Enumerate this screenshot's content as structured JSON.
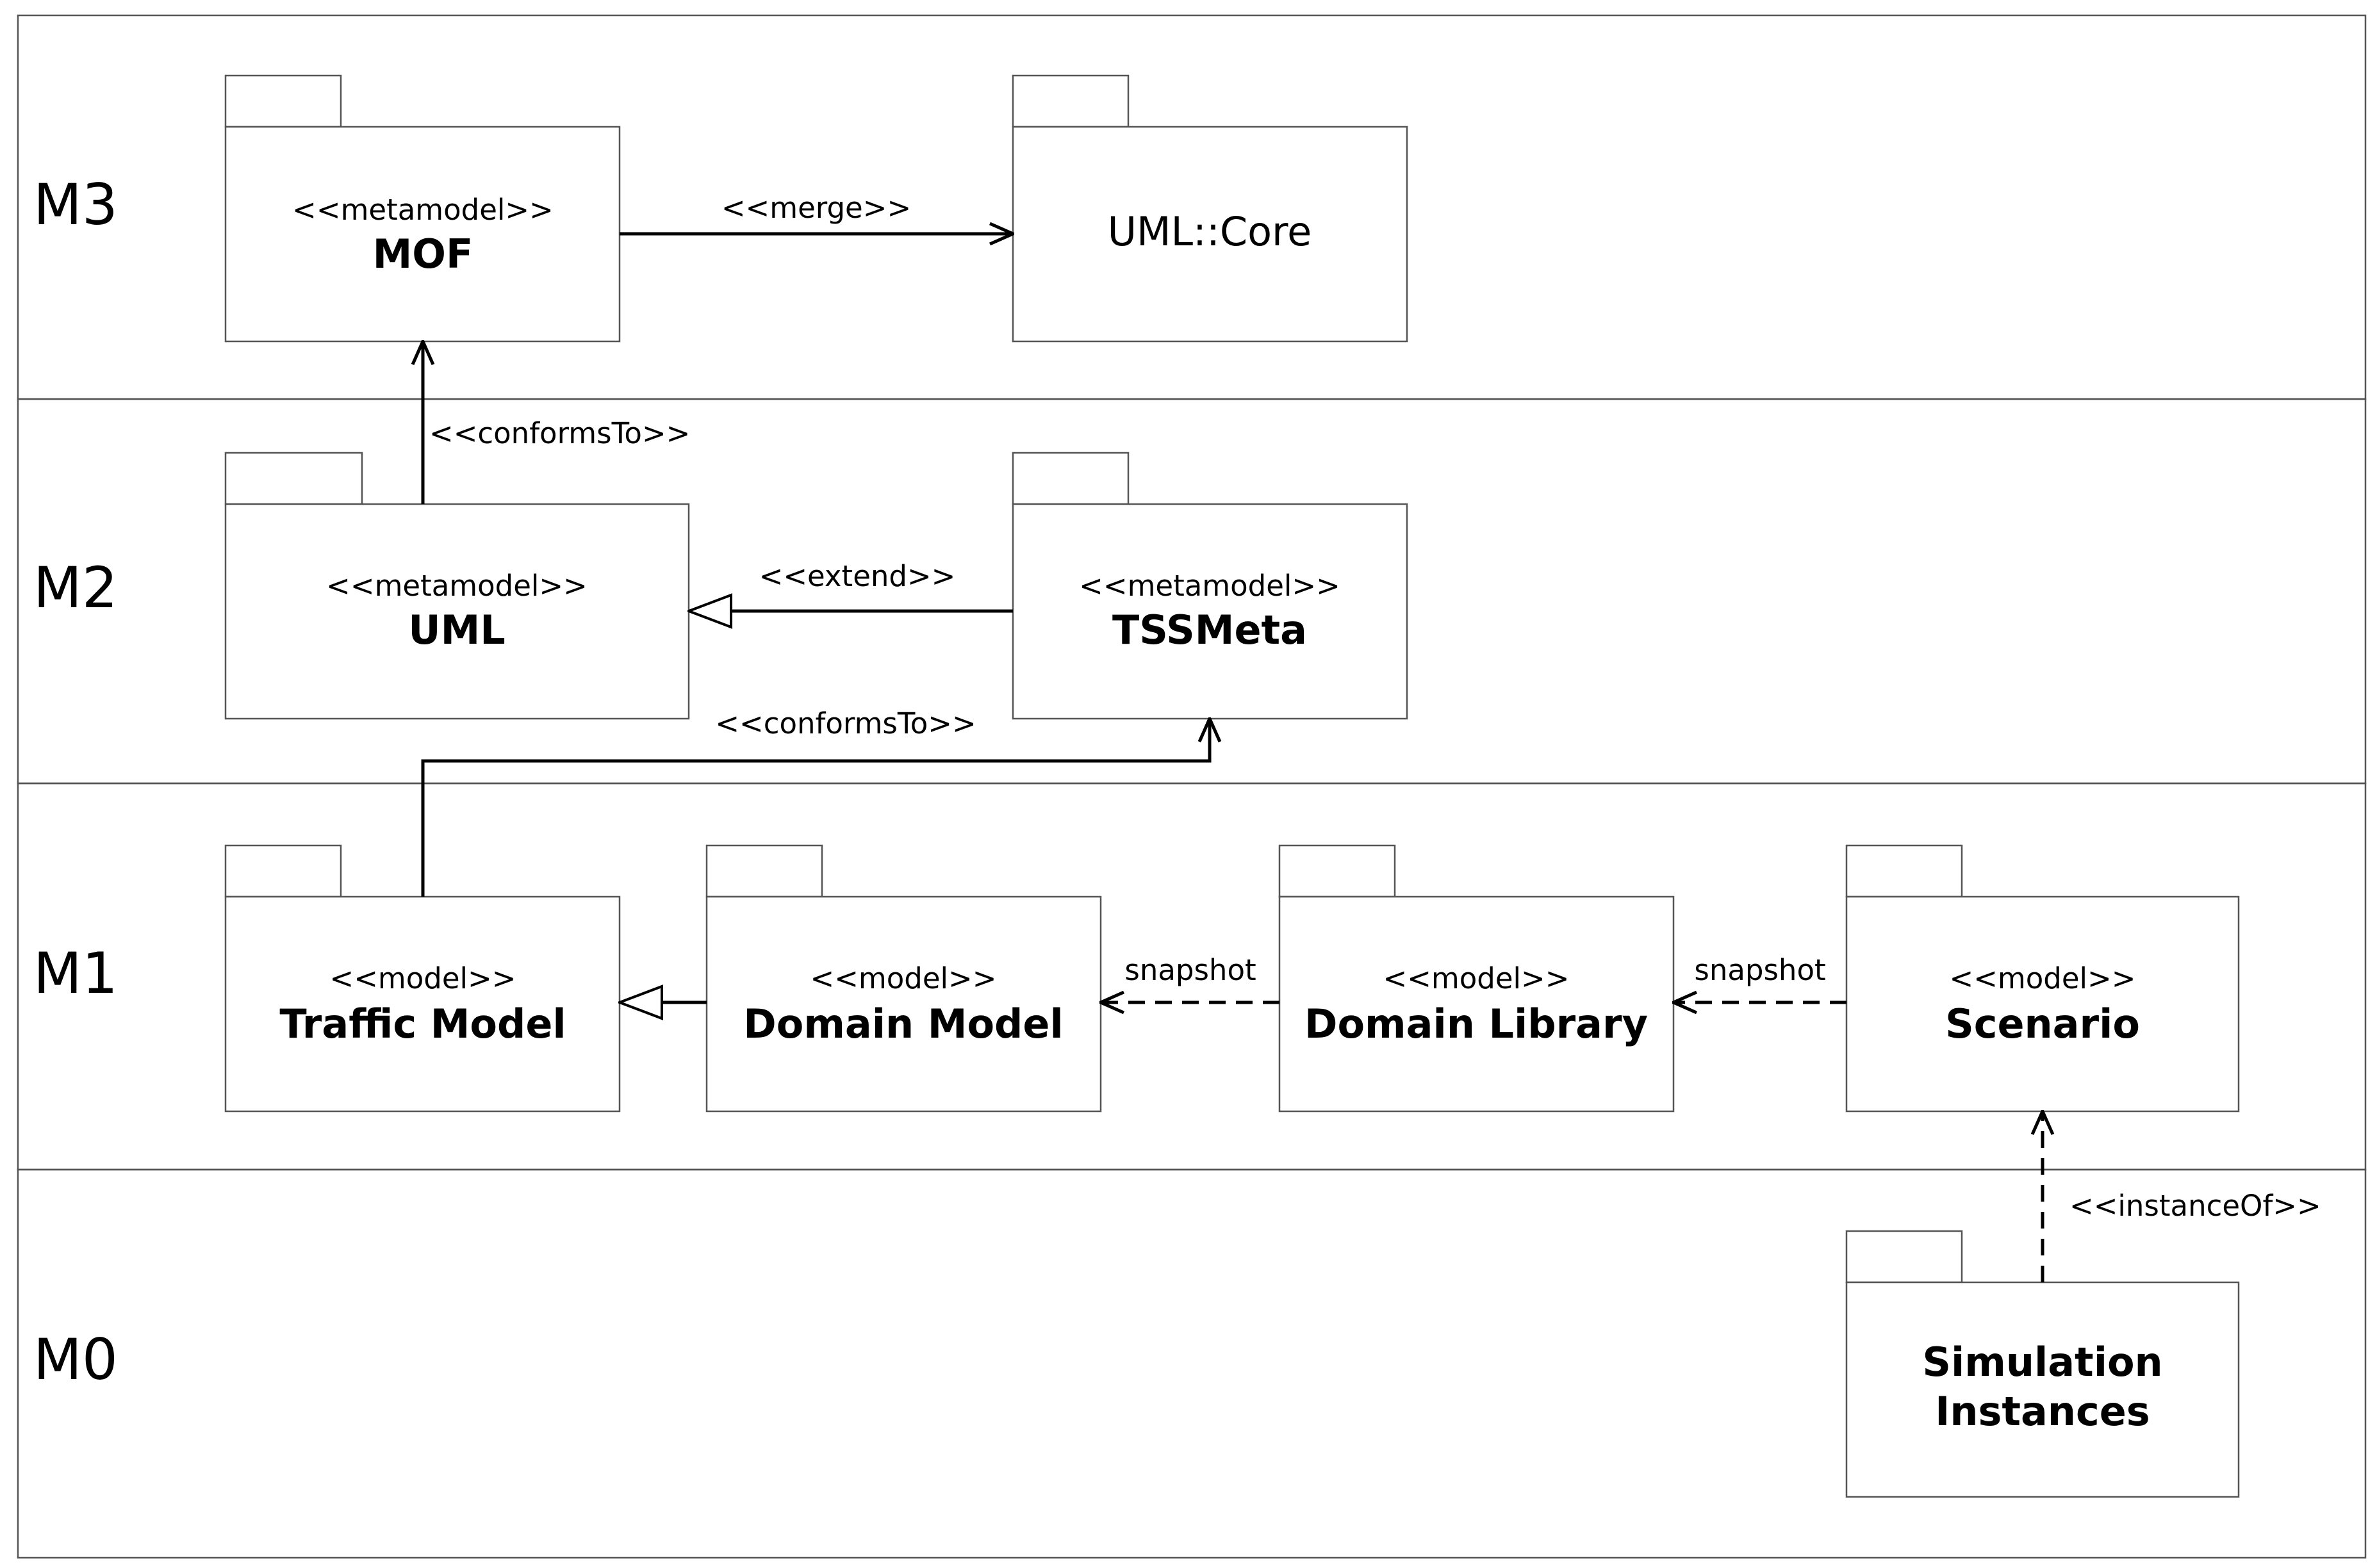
{
  "levels": [
    "M3",
    "M2",
    "M1",
    "M0"
  ],
  "packages": {
    "mof": {
      "stereotype": "<<metamodel>>",
      "name": "MOF"
    },
    "uml_core": {
      "name": "UML::Core"
    },
    "uml": {
      "stereotype": "<<metamodel>>",
      "name": "UML"
    },
    "tssmeta": {
      "stereotype": "<<metamodel>>",
      "name": "TSSMeta"
    },
    "traffic": {
      "stereotype": "<<model>>",
      "name": "Traffic Model"
    },
    "domain": {
      "stereotype": "<<model>>",
      "name": "Domain Model"
    },
    "library": {
      "stereotype": "<<model>>",
      "name": "Domain Library"
    },
    "scenario": {
      "stereotype": "<<model>>",
      "name": "Scenario"
    },
    "simulation": {
      "name_line1": "Simulation",
      "name_line2": "Instances"
    }
  },
  "relations": {
    "merge": "<<merge>>",
    "uml_conforms": "<<conformsTo>>",
    "extend": "<<extend>>",
    "traffic_conforms": "<<conformsTo>>",
    "snapshot_domain": "snapshot",
    "snapshot_library": "snapshot",
    "instance_of": "<<instanceOf>>"
  }
}
